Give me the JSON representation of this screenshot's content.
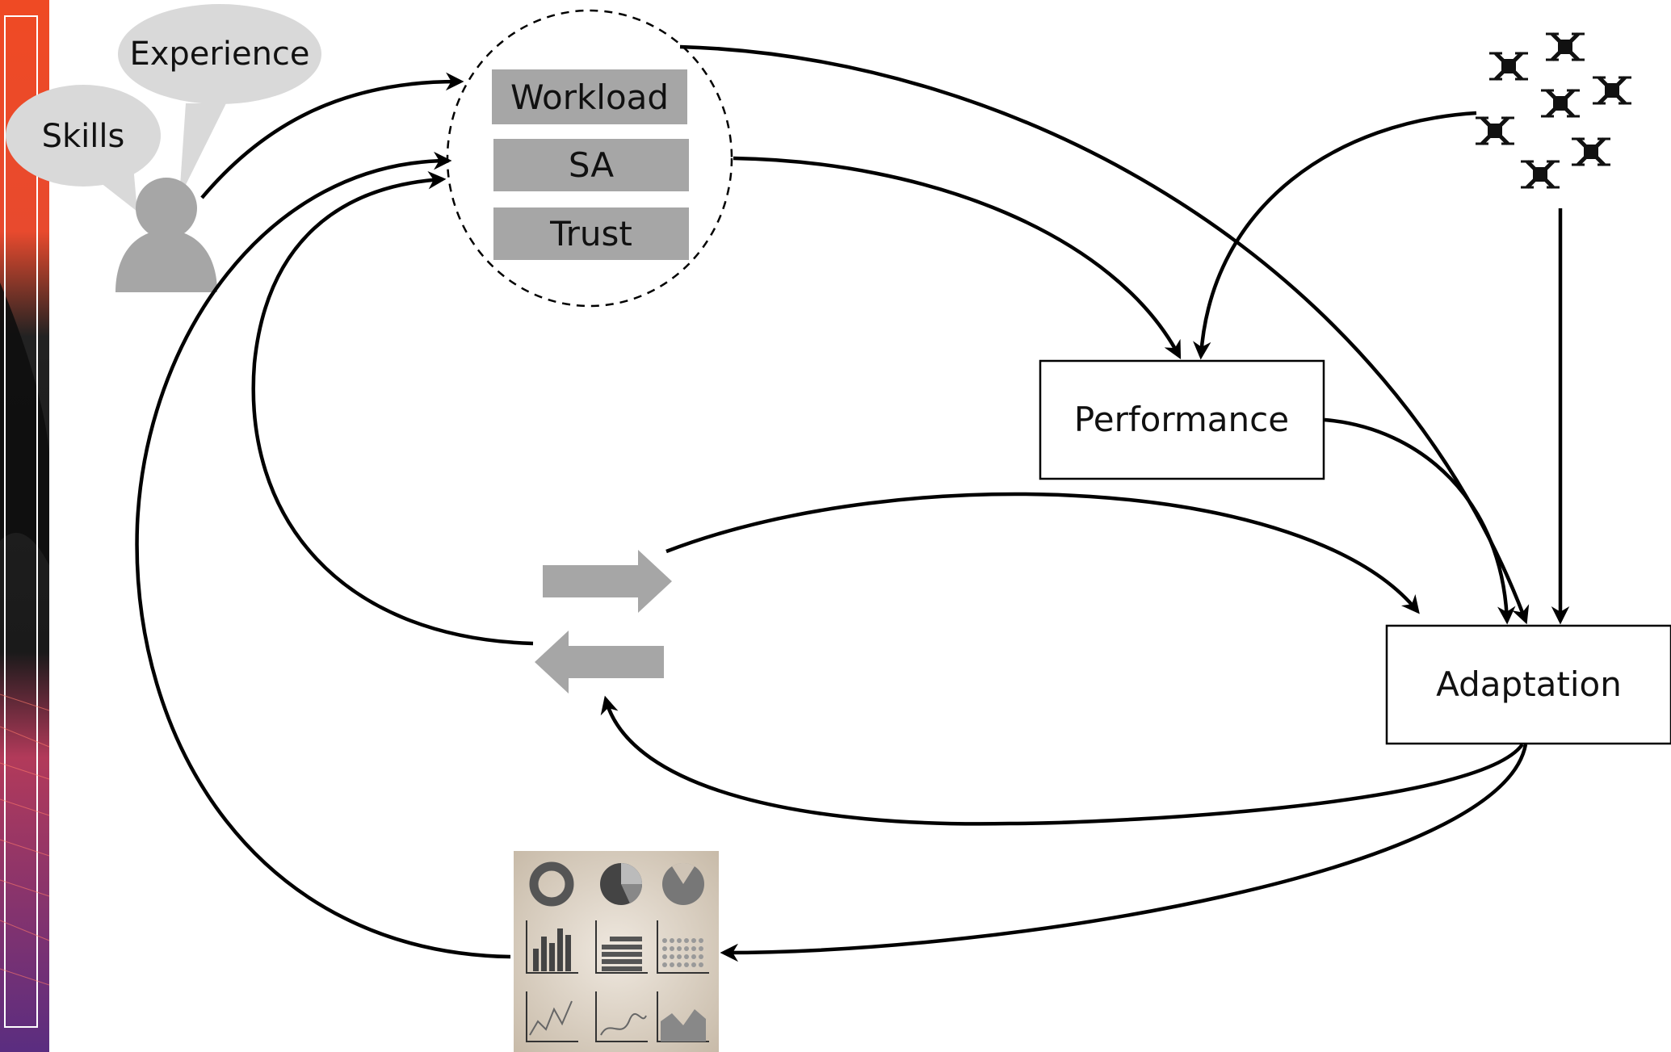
{
  "diagram": {
    "person": {
      "bubbles": {
        "skills": "Skills",
        "experience": "Experience"
      }
    },
    "operator_state": {
      "items": [
        "Workload",
        "SA",
        "Trust"
      ]
    },
    "nodes": {
      "performance": "Performance",
      "adaptation": "Adaptation"
    },
    "icons": {
      "person": "person-icon",
      "drones": "drone-swarm-icon",
      "interface_arrows": "bidirectional-arrows-icon",
      "dashboard": "dashboard-charts-icon"
    },
    "colors": {
      "box_fill": "#a6a6a6",
      "bubble_fill": "#d9d9d9",
      "edge": "#000000",
      "arrow_icon": "#a6a6a6",
      "side_strip_top": "#e8452a",
      "side_strip_bottom": "#5a2a7a",
      "dashboard_bg": "#cfc4b6"
    }
  }
}
